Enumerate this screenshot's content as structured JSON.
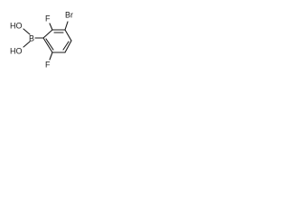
{
  "molecule": {
    "atoms": {
      "boronic_oh_top": "HO",
      "boron": "B",
      "boronic_oh_bottom": "HO",
      "fluorine_top": "F",
      "bromine": "Br",
      "fluorine_bottom": "F"
    }
  },
  "colors": {
    "bond": "#1a1a1a",
    "label": "#1a1a1a",
    "background": "#ffffff"
  }
}
